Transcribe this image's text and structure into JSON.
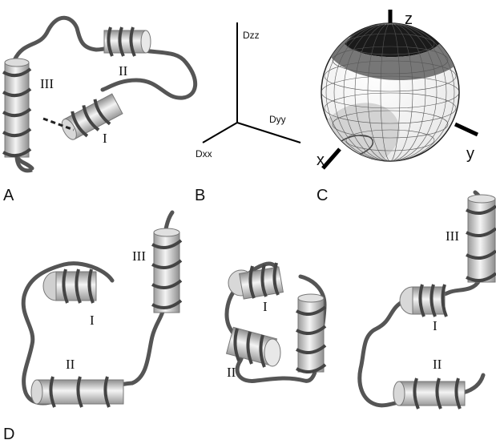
{
  "panels": {
    "A": "A",
    "B": "B",
    "C": "C",
    "D": "D"
  },
  "panel_a": {
    "helix_labels": [
      "I",
      "II",
      "III"
    ]
  },
  "panel_b": {
    "axes": {
      "zz": "Dzz",
      "yy": "Dyy",
      "xx": "Dxx"
    }
  },
  "panel_c": {
    "axes": {
      "z": "z",
      "x": "x",
      "y": "y"
    }
  },
  "panel_d": {
    "structure_1": {
      "labels": [
        "I",
        "II",
        "III"
      ]
    },
    "structure_2": {
      "labels": [
        "I",
        "II"
      ]
    },
    "structure_3": {
      "labels": [
        "I",
        "II",
        "III"
      ]
    }
  },
  "colors": {
    "tube": "#555555",
    "cylinder_light": "#f0f0f0",
    "cylinder_dark": "#9a9a9a",
    "sphere_cap_dark": "#1a1a1a",
    "sphere_band": "#777777",
    "sphere_patch": "#cfcfcf"
  }
}
